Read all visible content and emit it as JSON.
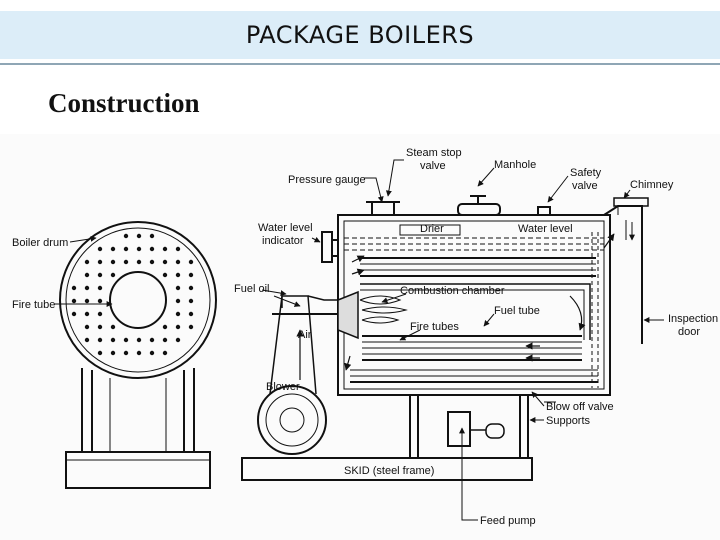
{
  "header": {
    "title": "PACKAGE BOILERS"
  },
  "subtitle": "Construction",
  "diagram": {
    "labels": {
      "boiler_drum": "Boiler drum",
      "fire_tube_left": "Fire tube",
      "pressure_gauge": "Pressure gauge",
      "steam_stop_valve_1": "Steam stop",
      "steam_stop_valve_2": "valve",
      "manhole": "Manhole",
      "safety_valve_1": "Safety",
      "safety_valve_2": "valve",
      "chimney": "Chimney",
      "water_level_indicator_1": "Water level",
      "water_level_indicator_2": "indicator",
      "drier": "Drier",
      "water_level": "Water level",
      "fuel_oil": "Fuel oil",
      "combustion_chamber": "Combustion chamber",
      "fuel_tube": "Fuel tube",
      "fire_tubes": "Fire tubes",
      "air": "Air",
      "inspection_door_1": "Inspection",
      "inspection_door_2": "door",
      "blower": "Blower",
      "blow_off_valve": "Blow off valve",
      "supports": "Supports",
      "skid": "SKID (steel frame)",
      "feed_pump": "Feed pump"
    }
  }
}
